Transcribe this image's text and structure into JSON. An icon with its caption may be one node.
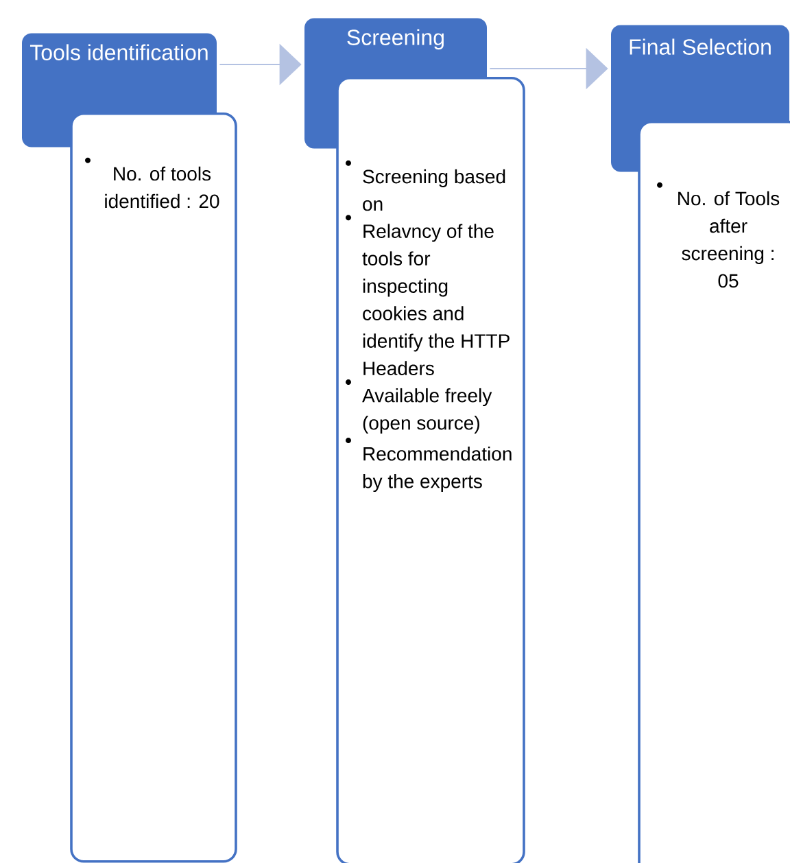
{
  "diagram": {
    "nodes": [
      {
        "text": [
          "Tools identification"
        ]
      },
      {
        "text": [
          "No. of tools identified : 20"
        ]
      },
      {
        "text": [
          "Screening"
        ]
      },
      {
        "text": [
          "Screening based on",
          "Relavncy of the tools for inspecting cookies and identify the HTTP Headers",
          "Available freely (open source)",
          "Recommendation by the experts"
        ]
      },
      {
        "text": [
          "Final Selection"
        ]
      },
      {
        "text": [
          "No. of Tools after screening : 05"
        ]
      }
    ],
    "edges": [
      {
        "from": 0,
        "to": 2,
        "arrow": "to"
      },
      {
        "from": 2,
        "to": 4,
        "arrow": "to"
      }
    ]
  }
}
